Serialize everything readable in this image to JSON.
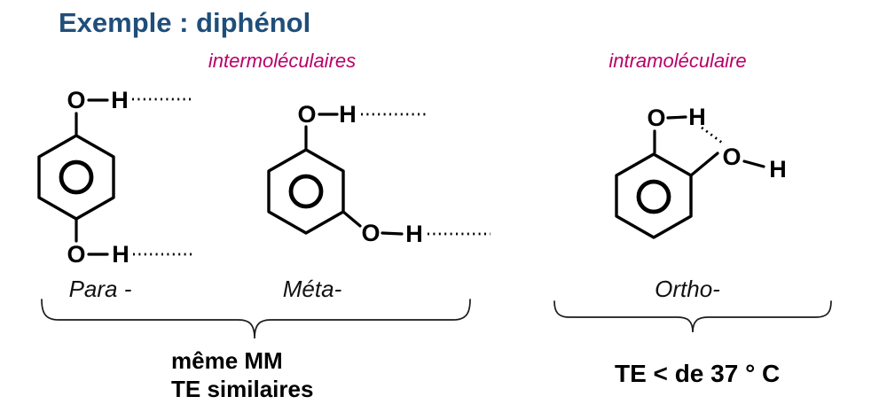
{
  "title": "Exemple : diphénol",
  "bond_type_labels": {
    "intermolecular": "intermoléculaires",
    "intramolecular": "intramoléculaire"
  },
  "molecules": {
    "para": {
      "label": "Para -",
      "atoms": {
        "top_o": "O",
        "top_h": "H",
        "bottom_o": "O",
        "bottom_h": "H"
      }
    },
    "meta": {
      "label": "Méta-",
      "atoms": {
        "top_o": "O",
        "top_h": "H",
        "side_o": "O",
        "side_h": "H"
      }
    },
    "ortho": {
      "label": "Ortho-",
      "atoms": {
        "top_o": "O",
        "top_h": "H",
        "side_o": "O",
        "side_h": "H"
      }
    }
  },
  "notes": {
    "left_line1": "même MM",
    "left_line2": "TE similaires",
    "right": "TE < de 37 ° C"
  },
  "colors": {
    "title": "#1F4E79",
    "accent": "#B80069",
    "ink": "#111111"
  }
}
